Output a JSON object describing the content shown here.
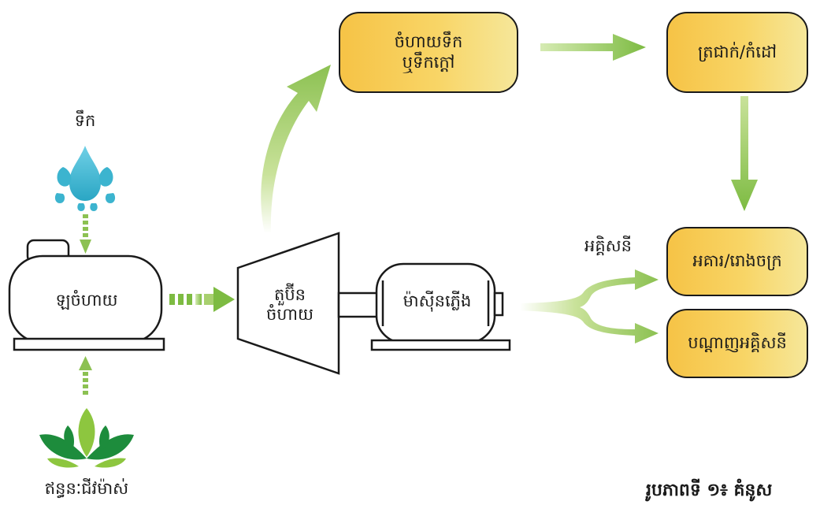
{
  "labels": {
    "water": "ទឹក",
    "biomass": "ឥន្ធនៈជីវម៉ាស់",
    "boiler": "ឡចំហាយ",
    "turbine_line1": "តួប៊ីន",
    "turbine_line2": "ចំហាយ",
    "generator": "ម៉ាស៊ីនភ្លើង",
    "electricity": "អគ្គិសនី"
  },
  "boxes": {
    "steam_hot_water": "ចំហាយទឹក\nឬទឹកក្តៅ",
    "heating_cooling": "ត្រជាក់/កំដៅ",
    "buildings_factories": "អគារ/រោងចក្រ",
    "power_grid": "បណ្តាញអគ្គិសនី"
  },
  "caption": "រូបភាពទី ១៖ គំនូស",
  "colors": {
    "box_fill_left": "#f6c346",
    "box_fill_right": "#f6e79a",
    "arrow_green_dark": "#7dbb42",
    "arrow_green_light": "#c9e29a",
    "water_drop": "#3cb4cf",
    "leaf_dark": "#1d8c3c",
    "leaf_light": "#8dc63f",
    "outline": "#1a1a1a"
  }
}
